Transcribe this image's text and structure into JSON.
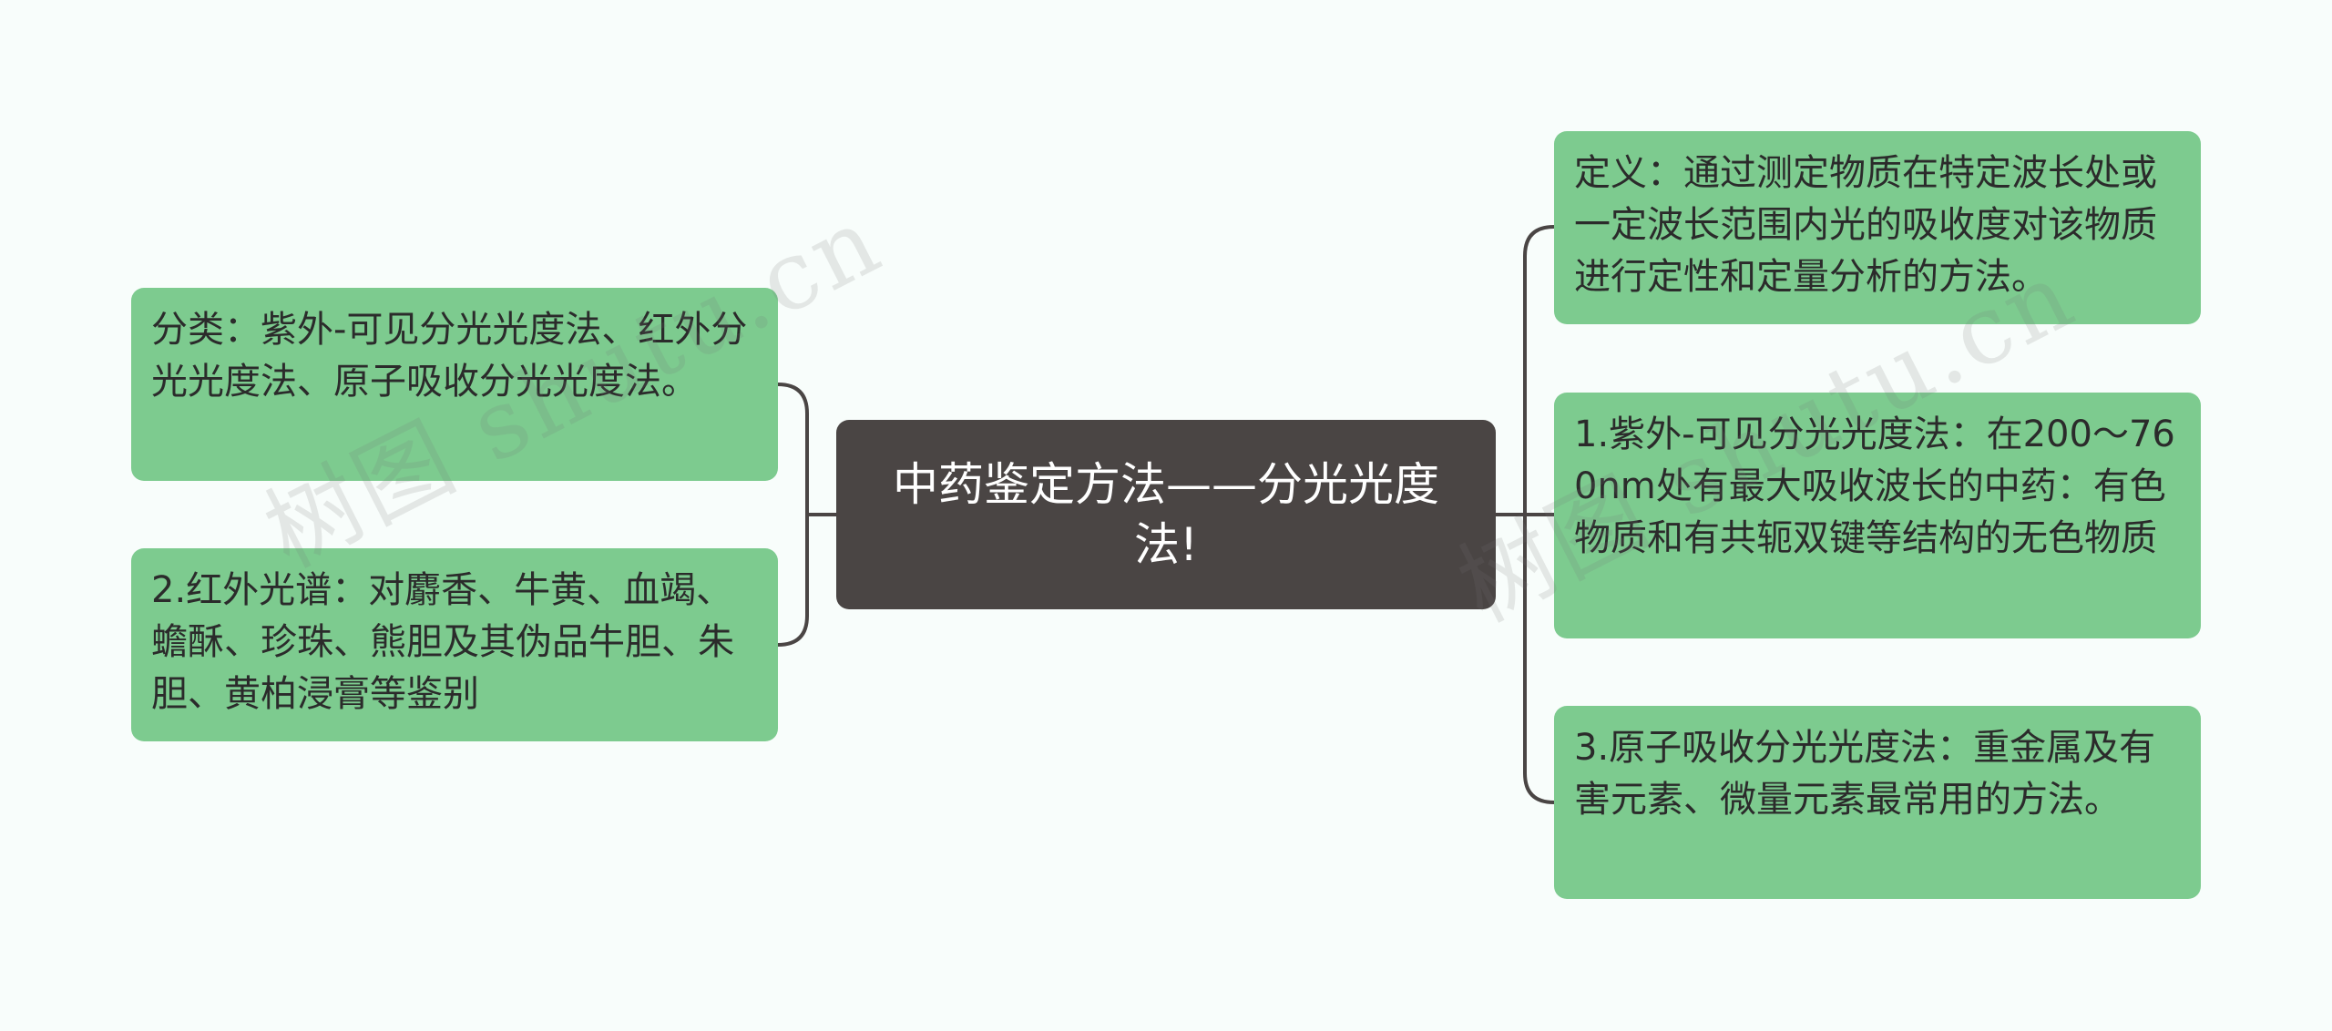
{
  "mindmap": {
    "root": {
      "label": "中药鉴定方法——分光光度法!"
    },
    "left_branches": [
      {
        "label": "分类：紫外-可见分光光度法、红外分光光度法、原子吸收分光光度法。"
      },
      {
        "label": "2.红外光谱：对麝香、牛黄、血竭、蟾酥、珍珠、熊胆及其伪品牛胆、朱胆、黄柏浸膏等鉴别"
      }
    ],
    "right_branches": [
      {
        "label": "定义：通过测定物质在特定波长处或一定波长范围内光的吸收度对该物质进行定性和定量分析的方法。"
      },
      {
        "label": "1.紫外-可见分光光度法：在200～760nm处有最大吸收波长的中药：有色物质和有共轭双键等结构的无色物质"
      },
      {
        "label": "3.原子吸收分光光度法：重金属及有害元素、微量元素最常用的方法。"
      }
    ]
  },
  "watermarks": [
    {
      "text": "树图 shutu.cn"
    },
    {
      "text": "树图 shutu.cn"
    }
  ],
  "colors": {
    "background": "#f8fdfb",
    "root_fill": "#4a4544",
    "root_text": "#ffffff",
    "leaf_fill": "#7dcb8f",
    "leaf_text": "#2b2b2b",
    "connector": "#4a4544"
  }
}
